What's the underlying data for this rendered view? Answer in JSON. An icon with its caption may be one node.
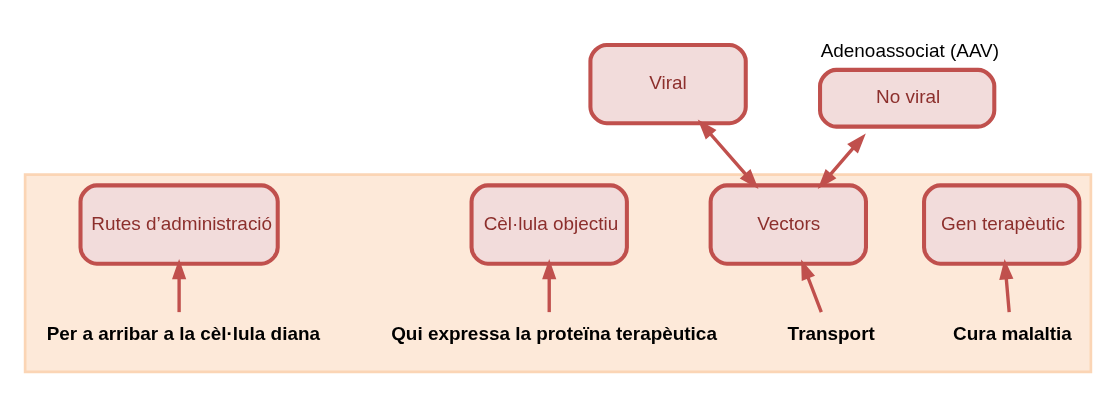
{
  "diagram": {
    "nodes": [
      {
        "text": [],
        "shape": "arrow"
      },
      {
        "text": [
          "Viral"
        ]
      },
      {
        "text": [
          "No viral"
        ],
        "beside": [
          "Adenoassociat (AAV)"
        ]
      },
      {
        "text": [
          "Gen terapèutic"
        ],
        "in": 0
      },
      {
        "text": [
          "Vectors"
        ],
        "in": 0
      },
      {
        "text": [
          "Cèl·lula objectiu"
        ],
        "in": 0
      },
      {
        "text": [
          "Rutes d’administració"
        ],
        "in": 0
      },
      {
        "text": [
          "Cura malaltia"
        ],
        "in": 0
      },
      {
        "text": [
          "Transport"
        ],
        "in": 0
      },
      {
        "text": [
          "Qui expressa la proteïna terapèutica"
        ],
        "in": 0
      },
      {
        "text": [
          "Per a arribar a la cèl·lula diana"
        ],
        "in": 0
      }
    ],
    "edges": [
      {
        "from": 4,
        "to": 1,
        "arrow": "both"
      },
      {
        "from": 4,
        "to": 2,
        "arrow": "both"
      },
      {
        "from": 7,
        "to": 3,
        "arrow": "to"
      },
      {
        "from": 8,
        "to": 4,
        "arrow": "to"
      },
      {
        "from": 9,
        "to": 5,
        "arrow": "to"
      },
      {
        "from": 10,
        "to": 6,
        "arrow": "to"
      }
    ]
  }
}
